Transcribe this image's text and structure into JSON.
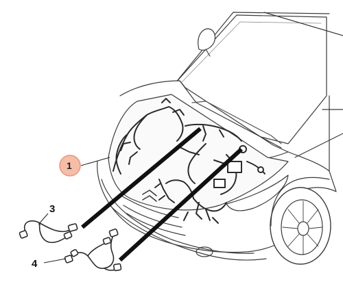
{
  "callouts": [
    {
      "id": "1",
      "label": "1",
      "highlighted": true
    },
    {
      "id": "3",
      "label": "3",
      "highlighted": false
    },
    {
      "id": "4",
      "label": "4",
      "highlighted": false
    }
  ],
  "colors": {
    "line": "#2a2a2a",
    "car_outline": "#3a3a3a",
    "highlight_fill": "#f6b7a0",
    "highlight_stroke": "#e48a6a",
    "background": "#ffffff"
  }
}
